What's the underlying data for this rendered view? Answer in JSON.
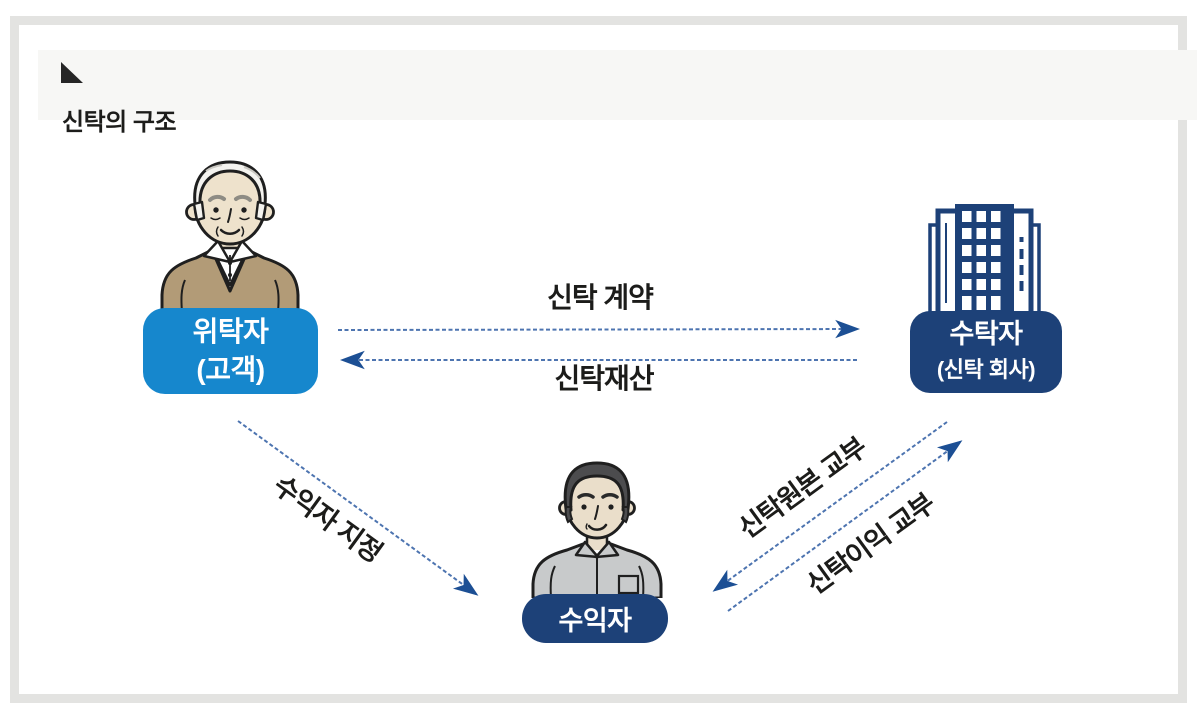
{
  "page": {
    "title": "신탁의 구조"
  },
  "nodes": {
    "trustor": {
      "name": "위탁자",
      "sub": "(고객)"
    },
    "trustee": {
      "name": "수탁자",
      "sub": "(신탁 회사)"
    },
    "beneficiary": {
      "name": "수익자"
    }
  },
  "arrows": {
    "trust_contract": {
      "label": "신탁 계약",
      "from": "위탁자",
      "to": "수탁자"
    },
    "trust_property": {
      "label": "신탁재산",
      "from": "수탁자",
      "to": "위탁자"
    },
    "beneficiary_designation": {
      "label": "수익자 지정",
      "from": "위탁자",
      "to": "수익자"
    },
    "trust_principal_delivery": {
      "label": "신탁원본 교부",
      "from": "수탁자",
      "to": "수익자"
    },
    "trust_profit_delivery": {
      "label": "신탁이익 교부",
      "from": "수익자",
      "to": "수탁자"
    }
  },
  "icons": {
    "cursor": "lower-left-black-triangle",
    "trustor_person": "elderly-man-in-tan-sweater",
    "trustee_building": "navy-office-building",
    "beneficiary_person": "young-man-in-gray-shirt"
  },
  "colors": {
    "accent_blue": "#1687cd",
    "navy": "#1d4178",
    "dash_blue": "#4d74b0",
    "arrowhead_blue": "#1c4f94",
    "text_dark": "#1c1c1a",
    "frame_border": "#e3e3e1",
    "skin": "#eee2cc",
    "sweater_tan": "#b29b77",
    "shirt_gray": "#c8cacb"
  }
}
